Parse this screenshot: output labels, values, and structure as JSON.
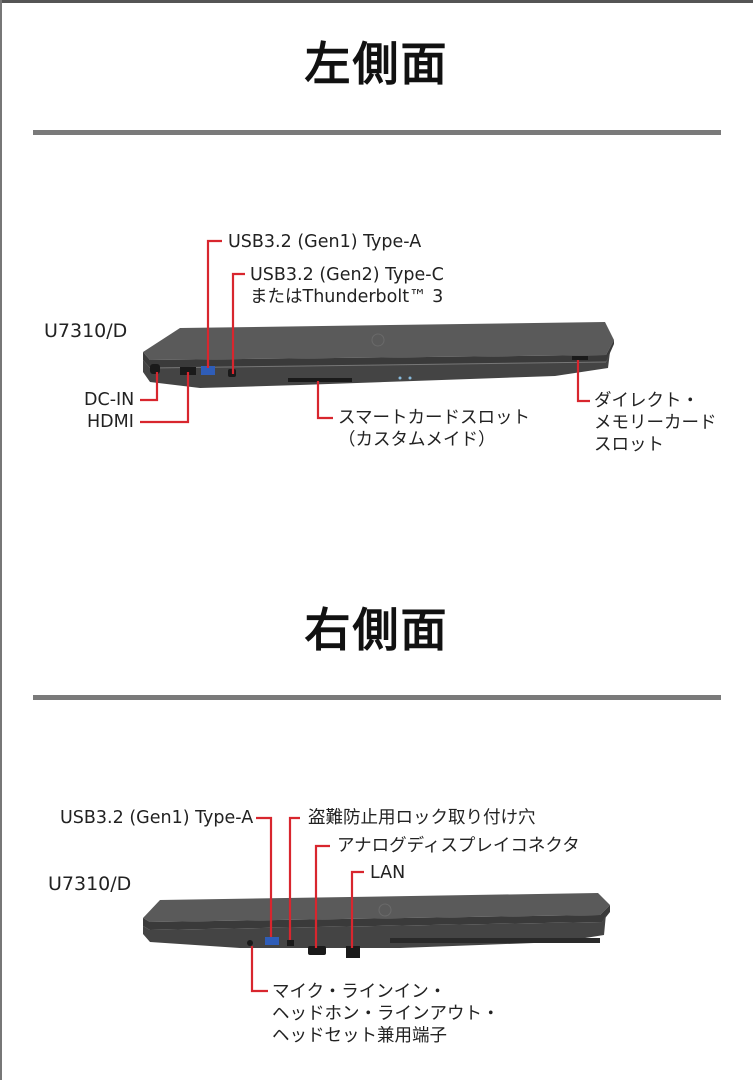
{
  "colors": {
    "leader_line": "#d8262e",
    "divider": "#7a7a7a",
    "laptop_body": "#4a4a4a"
  },
  "left_side": {
    "title": "左側面",
    "model": "U7310/D",
    "labels": {
      "usb_a": "USB3.2 (Gen1) Type-A",
      "usb_c_line1": "USB3.2 (Gen2) Type-C",
      "usb_c_line2": "またはThunderbolt™ 3",
      "dc_in": "DC-IN",
      "hdmi": "HDMI",
      "smartcard_line1": "スマートカードスロット",
      "smartcard_line2": "（カスタムメイド）",
      "memcard_line1": "ダイレクト・",
      "memcard_line2": "メモリーカード",
      "memcard_line3": "スロット"
    }
  },
  "right_side": {
    "title": "右側面",
    "model": "U7310/D",
    "labels": {
      "usb_a": "USB3.2 (Gen1) Type-A",
      "lock": "盗難防止用ロック取り付け穴",
      "vga": "アナログディスプレイコネクタ",
      "lan": "LAN",
      "audio_line1": "マイク・ラインイン・",
      "audio_line2": "ヘッドホン・ラインアウト・",
      "audio_line3": "ヘッドセット兼用端子"
    }
  }
}
